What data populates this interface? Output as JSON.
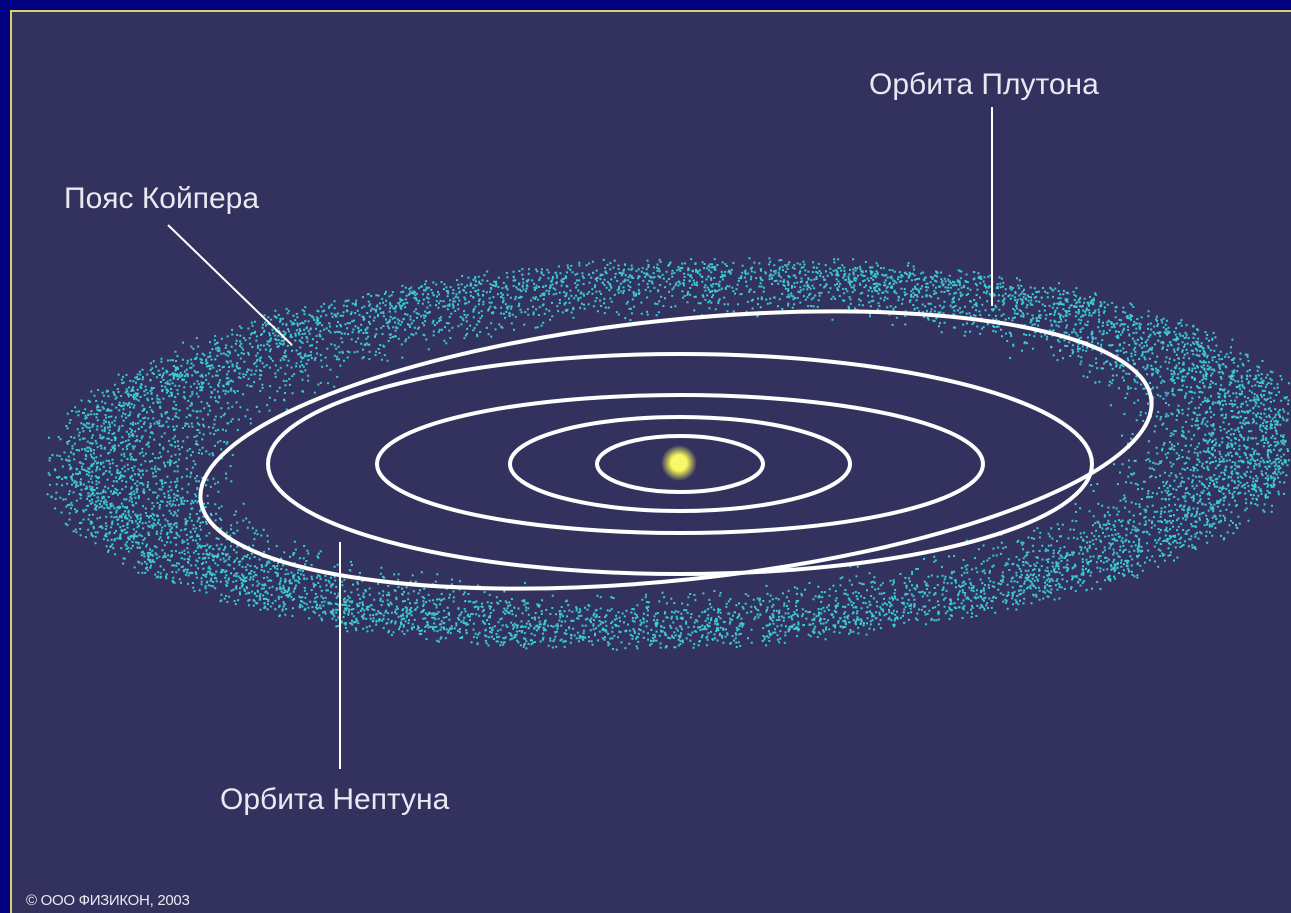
{
  "labels": {
    "kuiper_belt": "Пояс Койпера",
    "pluto_orbit": "Орбита Плутона",
    "neptune_orbit": "Орбита Нептуна"
  },
  "copyright": "© ООО ФИЗИКОН, 2003",
  "colors": {
    "background": "#33325f",
    "outer_frame": "#000080",
    "frame_border": "#d8d060",
    "belt_particles": "#3fe6e6",
    "orbits": "#ffffff",
    "sun": "#f4f45a",
    "text": "#e9e9f2"
  }
}
